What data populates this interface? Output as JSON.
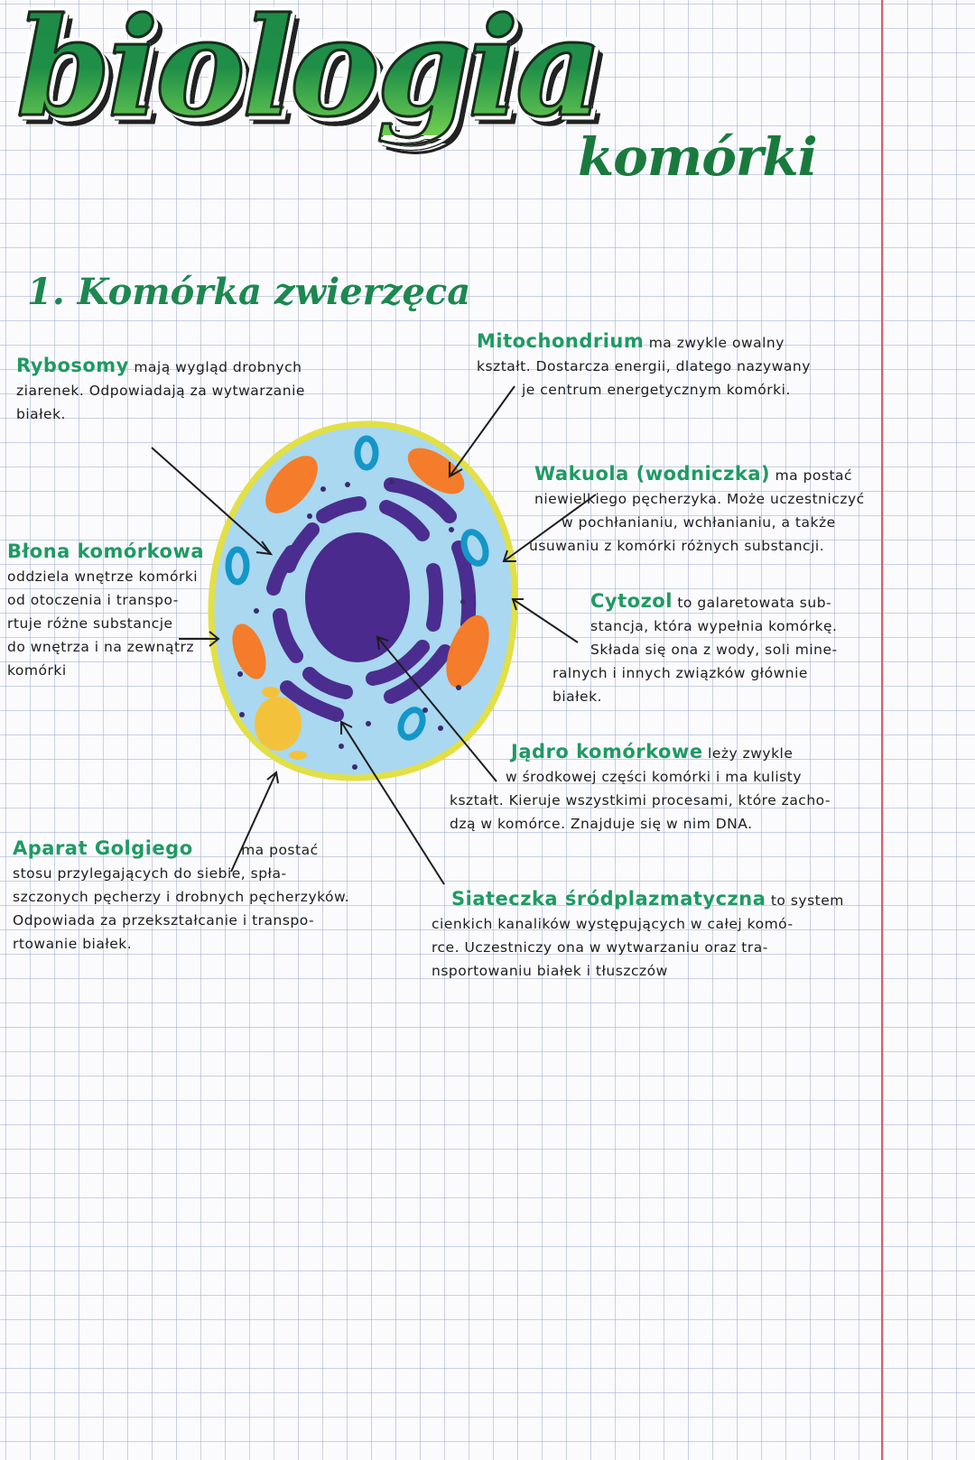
{
  "header": {
    "title": "biologia",
    "subtitle": "komórki"
  },
  "section": {
    "heading": "1. Komórka zwierzęca"
  },
  "notes": {
    "rybosomy": {
      "term": "Rybosomy",
      "lines": [
        "mają wygląd drobnych",
        "ziarenek. Odpowiadają za wytwarzanie",
        "białek."
      ]
    },
    "mitochondrium": {
      "term": "Mitochondrium",
      "lines": [
        "ma zwykle owalny",
        "kształt. Dostarcza energii, dlatego nazywany",
        "je centrum energetycznym komórki."
      ]
    },
    "wakuola": {
      "term": "Wakuola (wodniczka)",
      "lines": [
        "ma postać",
        "niewielkiego pęcherzyka. Może uczestniczyć",
        "w pochłanianiu, wchłanianiu, a także",
        "usuwaniu z komórki różnych substancji."
      ]
    },
    "blona": {
      "term": "Błona komórkowa",
      "lines": [
        "oddziela wnętrze komórki",
        "od otoczenia i transpo-",
        "rtuje różne substancje",
        "do wnętrza i na zewnątrz",
        "komórki"
      ]
    },
    "cytozol": {
      "term": "Cytozol",
      "lines": [
        "to galaretowata sub-",
        "stancja, która wypełnia komórkę.",
        "Składa się ona z wody, soli mine-",
        "ralnych i innych związków głównie",
        "białek."
      ]
    },
    "jadro": {
      "term": "Jądro komórkowe",
      "lines": [
        "leży zwykle",
        "w środkowej części komórki i ma kulisty",
        "kształt. Kieruje wszystkimi procesami, które zacho-",
        "dzą w komórce. Znajduje się w nim DNA."
      ]
    },
    "golgi": {
      "term": "Aparat Golgiego",
      "lines": [
        "ma postać",
        "stosu przylegających do siebie, spła-",
        "szczonych pęcherzy i drobnych pęcherzyków.",
        "Odpowiada za przekształcanie i transpo-",
        "rtowanie białek."
      ]
    },
    "siateczka": {
      "term": "Siateczka śródplazmatyczna",
      "lines": [
        "to system",
        "cienkich kanalików występujących w całej komó-",
        "rce. Uczestniczy ona w wytwarzaniu oraz tra-",
        "nsportowaniu białek i tłuszczów"
      ]
    }
  },
  "colors": {
    "term_green": "#1f9a63",
    "title_dark_green": "#1d8a46",
    "title_light_green": "#6fcf50",
    "cytoplasm": "#a9d8f0",
    "membrane": "#e2e046",
    "nucleus": "#4a2a8c",
    "er": "#4b2d8f",
    "mitochondria": "#f47c2a",
    "vacuole": "#1596c8",
    "golgi": "#f4c23a",
    "margin_line": "#d9606a",
    "grid": "#a0acd2"
  }
}
